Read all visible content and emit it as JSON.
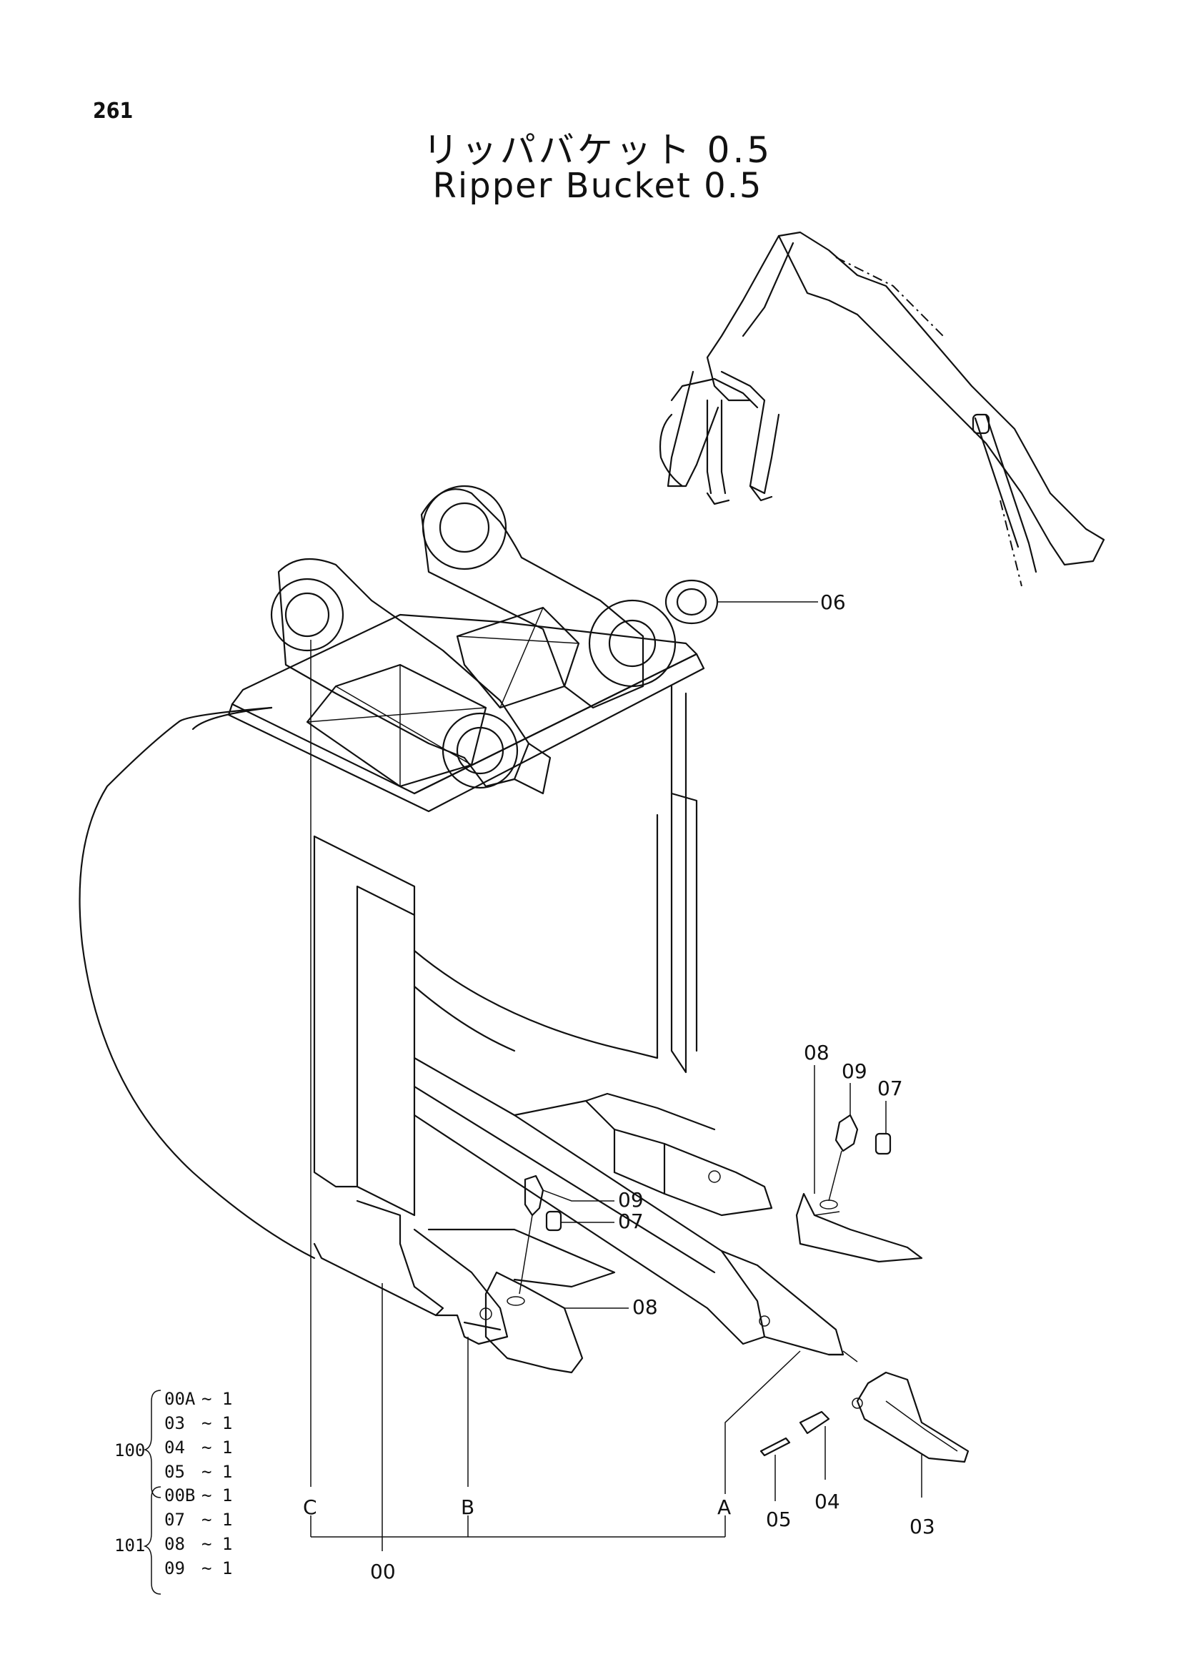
{
  "page_number": "261",
  "title_ja": "リッパバケット 0.5",
  "title_en": "Ripper Bucket 0.5",
  "callouts": {
    "c06": "06",
    "c08_right": "08",
    "c09_right": "09",
    "c07_right": "07",
    "c09_center": "09",
    "c07_center": "07",
    "c08_center": "08",
    "c05": "05",
    "c04": "04",
    "c03": "03",
    "ref_a": "A",
    "ref_b": "B",
    "ref_c": "C",
    "c00": "00"
  },
  "kits": [
    {
      "number": "100",
      "rows": [
        {
          "part": "00A",
          "qty": "~ 1"
        },
        {
          "part": "03",
          "qty": "~ 1"
        },
        {
          "part": "04",
          "qty": "~ 1"
        },
        {
          "part": "05",
          "qty": "~ 1"
        }
      ]
    },
    {
      "number": "101",
      "rows": [
        {
          "part": "00B",
          "qty": "~ 1"
        },
        {
          "part": "07",
          "qty": "~ 1"
        },
        {
          "part": "08",
          "qty": "~ 1"
        },
        {
          "part": "09",
          "qty": "~ 1"
        }
      ]
    }
  ]
}
